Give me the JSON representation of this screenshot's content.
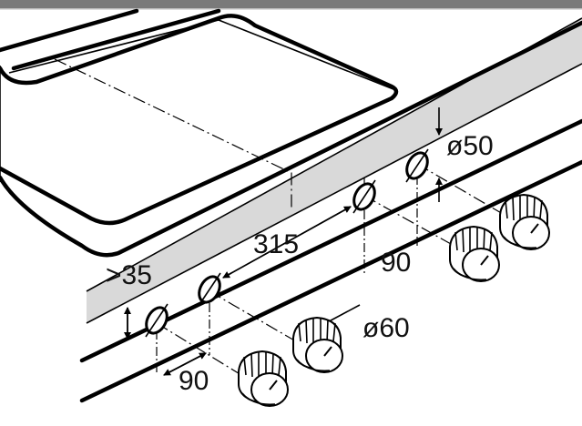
{
  "labels": {
    "min_distance": ">35",
    "width": "315",
    "spacing_right": "90",
    "spacing_left": "90",
    "diameter_small": "ø50",
    "diameter_large": "ø60"
  },
  "colors": {
    "frame_bar": "#7a7a7a",
    "panel_fill": "#d9d9d9",
    "line": "#000000"
  },
  "icons": [
    "control-knob-icon",
    "mounting-hole-icon",
    "dimension-arrow-icon"
  ]
}
